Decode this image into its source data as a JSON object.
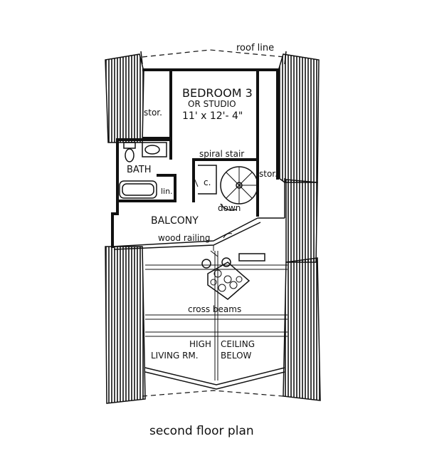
{
  "labels": {
    "roof_line": "roof line",
    "bedroom_line1": "BEDROOM 3",
    "bedroom_line2": "OR STUDIO",
    "bedroom_dims": "11' x 12'- 4\"",
    "stor_left": "stor.",
    "stor_right": "stor.",
    "spiral_stair": "spiral stair",
    "bath": "BATH",
    "closet": "c.",
    "linen": "lin.",
    "down": "down",
    "balcony": "BALCONY",
    "wood_railing": "wood railing",
    "cross_beams": "cross beams",
    "high": "HIGH",
    "ceiling": "CEILING",
    "living_rm": "LIVING RM.",
    "below": "BELOW"
  },
  "caption": "second floor plan"
}
